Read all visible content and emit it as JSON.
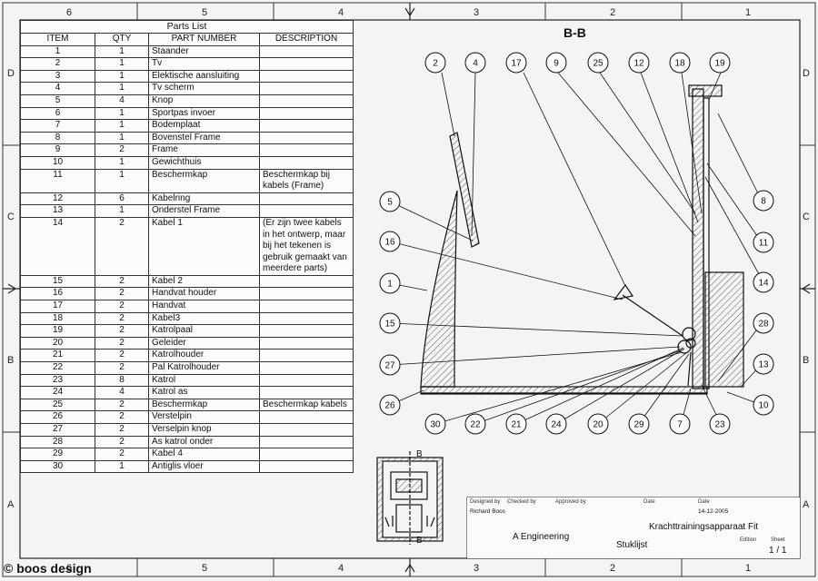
{
  "drawing": {
    "section_label": "B-B",
    "logo": "© boos design",
    "zones_top": [
      "6",
      "5",
      "4",
      "3",
      "2",
      "1"
    ],
    "zones_side": [
      "D",
      "C",
      "B",
      "A"
    ]
  },
  "parts_list": {
    "title": "Parts List",
    "headers": [
      "ITEM",
      "QTY",
      "PART NUMBER",
      "DESCRIPTION"
    ],
    "rows": [
      {
        "item": "1",
        "qty": "1",
        "part": "Staander",
        "desc": ""
      },
      {
        "item": "2",
        "qty": "1",
        "part": "Tv",
        "desc": ""
      },
      {
        "item": "3",
        "qty": "1",
        "part": "Elektische aansluiting",
        "desc": ""
      },
      {
        "item": "4",
        "qty": "1",
        "part": "Tv scherm",
        "desc": ""
      },
      {
        "item": "5",
        "qty": "4",
        "part": "Knop",
        "desc": ""
      },
      {
        "item": "6",
        "qty": "1",
        "part": "Sportpas invoer",
        "desc": ""
      },
      {
        "item": "7",
        "qty": "1",
        "part": "Bodemplaat",
        "desc": ""
      },
      {
        "item": "8",
        "qty": "1",
        "part": "Bovenstel Frame",
        "desc": ""
      },
      {
        "item": "9",
        "qty": "2",
        "part": "Frame",
        "desc": ""
      },
      {
        "item": "10",
        "qty": "1",
        "part": "Gewichthuis",
        "desc": ""
      },
      {
        "item": "11",
        "qty": "1",
        "part": "Beschermkap",
        "desc": "Beschermkap bij kabels (Frame)"
      },
      {
        "item": "12",
        "qty": "6",
        "part": "Kabelring",
        "desc": ""
      },
      {
        "item": "13",
        "qty": "1",
        "part": "Onderstel Frame",
        "desc": ""
      },
      {
        "item": "14",
        "qty": "2",
        "part": "Kabel 1",
        "desc": "(Er zijn twee kabels in het ontwerp, maar bij het tekenen is gebruik gemaakt van meerdere parts)"
      },
      {
        "item": "15",
        "qty": "2",
        "part": "Kabel 2",
        "desc": ""
      },
      {
        "item": "16",
        "qty": "2",
        "part": "Handvat houder",
        "desc": ""
      },
      {
        "item": "17",
        "qty": "2",
        "part": "Handvat",
        "desc": ""
      },
      {
        "item": "18",
        "qty": "2",
        "part": "Kabel3",
        "desc": ""
      },
      {
        "item": "19",
        "qty": "2",
        "part": "Katrolpaal",
        "desc": ""
      },
      {
        "item": "20",
        "qty": "2",
        "part": "Geleider",
        "desc": ""
      },
      {
        "item": "21",
        "qty": "2",
        "part": "Katrolhouder",
        "desc": ""
      },
      {
        "item": "22",
        "qty": "2",
        "part": "Pal Katrolhouder",
        "desc": ""
      },
      {
        "item": "23",
        "qty": "8",
        "part": "Katrol",
        "desc": ""
      },
      {
        "item": "24",
        "qty": "4",
        "part": "Katrol as",
        "desc": ""
      },
      {
        "item": "25",
        "qty": "2",
        "part": "Beschermkap",
        "desc": "Beschermkap kabels"
      },
      {
        "item": "26",
        "qty": "2",
        "part": "Verstelpin",
        "desc": ""
      },
      {
        "item": "27",
        "qty": "2",
        "part": "Verselpin knop",
        "desc": ""
      },
      {
        "item": "28",
        "qty": "2",
        "part": "As katrol onder",
        "desc": ""
      },
      {
        "item": "29",
        "qty": "2",
        "part": "Kabel 4",
        "desc": ""
      },
      {
        "item": "30",
        "qty": "1",
        "part": "Antiglis vloer",
        "desc": ""
      }
    ]
  },
  "balloons": [
    "2",
    "4",
    "17",
    "9",
    "25",
    "12",
    "18",
    "19",
    "8",
    "11",
    "14",
    "28",
    "13",
    "10",
    "5",
    "16",
    "1",
    "15",
    "27",
    "26",
    "30",
    "22",
    "21",
    "24",
    "20",
    "29",
    "7",
    "23"
  ],
  "title_block": {
    "designed_by_label": "Designed by",
    "designed_by": "Richard Boos",
    "checked_by_label": "Checked by",
    "approved_by_label": "Approved by",
    "date_label1": "Date",
    "date_label2": "Date",
    "date": "14-12-2005",
    "company": "A Engineering",
    "title": "Krachttrainingsapparaat Fit",
    "subtitle": "Stuklijst",
    "edition_label": "Edition",
    "sheet_label": "Sheet",
    "sheet": "1 / 1"
  }
}
